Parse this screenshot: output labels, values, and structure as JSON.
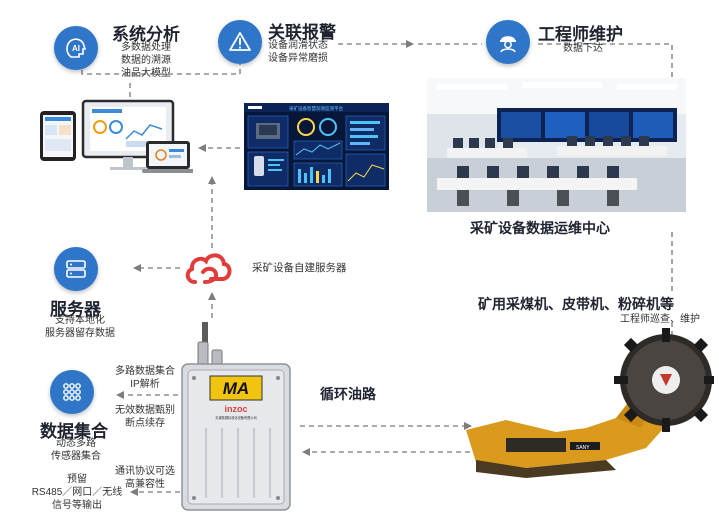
{
  "analysis": {
    "title": "系统分析",
    "icon": "ai-head-icon",
    "lines": [
      "多数据处理",
      "数据的溯源",
      "油品大模型"
    ]
  },
  "alarm": {
    "title": "关联报警",
    "icon": "warning-icon",
    "lines": [
      "设备润滑状态",
      "设备异常磨损"
    ]
  },
  "engineer": {
    "title": "工程师维护",
    "icon": "engineer-icon",
    "lines": [
      "数据下达"
    ]
  },
  "center": {
    "title": "采矿设备数据运维中心"
  },
  "machines": {
    "title": "矿用采煤机、皮带机、粉碎机等",
    "sub": "工程师巡查、维护"
  },
  "server": {
    "title": "服务器",
    "icon": "server-icon",
    "lines": [
      "支持本地化",
      "服务器留存数据"
    ]
  },
  "cloud": {
    "label": "采矿设备自建服务器",
    "icon": "cloud-icon"
  },
  "collection": {
    "title": "数据集合",
    "icon": "nodes-icon",
    "lines": [
      "动态多路",
      "传感器集合"
    ]
  },
  "box_labels": {
    "multi": [
      "多路数据集合",
      "IP解析"
    ],
    "filter": [
      "无效数据甄别",
      "断点续存"
    ],
    "protocol": [
      "通讯协议可选",
      "高兼容性"
    ]
  },
  "reserve": {
    "lines": [
      "预留",
      "RS485／网口／无线",
      "信号等输出"
    ]
  },
  "oil": {
    "label": "循环油路"
  },
  "device": {
    "badge": "MA",
    "brand": "inzoc",
    "brand_sub": "无锡英展标准化设备有限公司"
  },
  "dashboard": {
    "header": "采矿设备智慧润滑监测平台"
  },
  "shearer": {
    "plate": "SANY"
  },
  "colors": {
    "accent": "#2f76c9",
    "dashed_line": "#8a8a8a",
    "cloud_red": "#e23b3b",
    "badge_yellow": "#f1c40f"
  }
}
